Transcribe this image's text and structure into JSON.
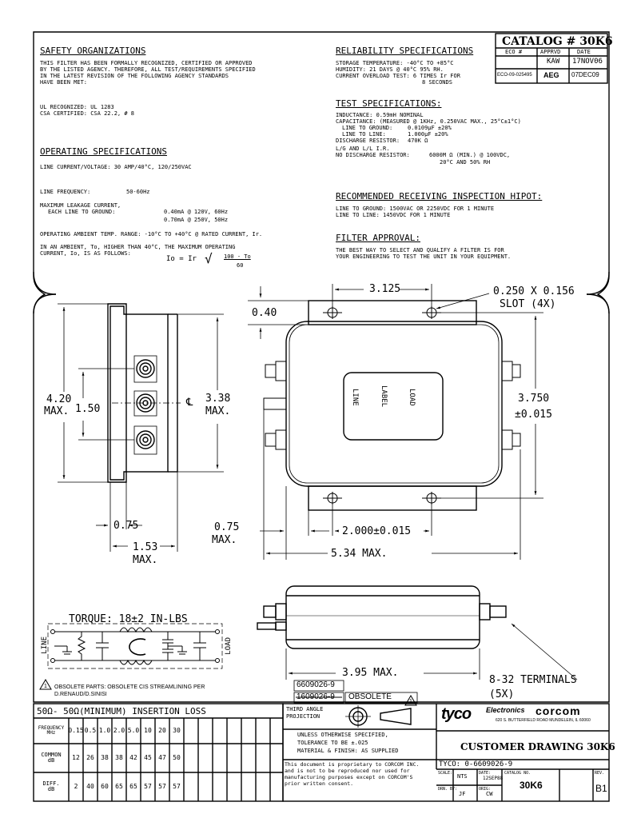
{
  "catalog": {
    "title": "CATALOG # 30K6",
    "headers": [
      "ECO #",
      "APPRVD",
      "DATE"
    ],
    "rows": [
      [
        "",
        "KAW",
        "17NOV06"
      ],
      [
        "ECO-09-025495",
        "AEG",
        "07DEC09"
      ]
    ]
  },
  "safety": {
    "heading": "SAFETY ORGANIZATIONS",
    "lines": [
      "THIS FILTER HAS BEEN FORMALLY RECOGNIZED, CERTIFIED OR APPROVED",
      "BY THE LISTED AGENCY. THEREFORE, ALL TEST/REQUIREMENTS SPECIFIED",
      "IN THE LATEST REVISION OF THE FOLLOWING AGENCY STANDARDS",
      "HAVE BEEN MET:"
    ],
    "agencies": [
      "UL RECOGNIZED: UL 1283",
      "CSA CERTIFIED: CSA 22.2, # 8"
    ]
  },
  "operating": {
    "heading": "OPERATING SPECIFICATIONS",
    "current_voltage": "LINE CURRENT/VOLTAGE:  30 AMP/40°C, 120/250VAC",
    "frequency_label": "LINE FREQUENCY:",
    "frequency_value": "50-60Hz",
    "leakage_label_1": "MAXIMUM LEAKAGE CURRENT,",
    "leakage_label_2": "EACH LINE TO GROUND:",
    "leakage_value_1": "0.40mA @ 120V, 60Hz",
    "leakage_value_2": "0.70mA @ 250V, 50Hz",
    "ambient": "OPERATING AMBIENT TEMP. RANGE: -10°C TO +40°C @ RATED CURRENT, Ir.",
    "derating_1": "IN AN AMBIENT, To, HIGHER THAN 40°C, THE MAXIMUM OPERATING",
    "derating_2": "CURRENT, Io, IS AS FOLLOWS:",
    "formula_lhs": "Io = Ir",
    "formula_num": "100 - To",
    "formula_den": "60"
  },
  "reliability": {
    "heading": "RELIABILITY SPECIFICATIONS",
    "lines": [
      "STORAGE TEMPERATURE: -40°C TO +85°C",
      "HUMIDITY:  21 DAYS @ 40°C 95% RH.",
      "CURRENT OVERLOAD TEST: 6 TIMES Ir FOR",
      "8 SECONDS"
    ]
  },
  "test": {
    "heading": "TEST SPECIFICATIONS:",
    "inductance": "INDUCTANCE: 0.59mH NOMINAL",
    "capacitance": "CAPACITANCE: (MEASURED @ 1KHz, 0.250VAC MAX., 25°C±1°C)",
    "l2g_label": "LINE TO GROUND:",
    "l2g_value": "0.0109µF ±20%",
    "l2l_label": "LINE TO LINE:",
    "l2l_value": "1.000µF ±20%",
    "dr_label": "DISCHARGE RESISTOR:",
    "dr_value": "470K Ω",
    "ir_label": "L/G AND L/L I.R.",
    "ndr_label": "NO DISCHARGE RESISTOR:",
    "ndr_value_1": "6000M Ω (MIN.) @ 100VDC,",
    "ndr_value_2": "20°C AND 50% RH"
  },
  "hipot": {
    "heading": "RECOMMENDED RECEIVING INSPECTION HIPOT:",
    "lines": [
      "LINE TO GROUND:  1500VAC OR 2250VDC FOR 1 MINUTE",
      "LINE TO LINE:    1450VDC FOR 1 MINUTE"
    ]
  },
  "approval": {
    "heading": "FILTER APPROVAL:",
    "lines": [
      "THE BEST WAY TO SELECT AND QUALIFY A FILTER IS FOR",
      "YOUR ENGINEERING TO TEST THE UNIT IN YOUR EQUIPMENT."
    ]
  },
  "drawing": {
    "dim_3125": "3.125",
    "slot": "0.250 X 0.156",
    "slot_qty": "SLOT (4X)",
    "dim_040": "0.40",
    "dim_420": "4.20",
    "dim_420_max": "MAX.",
    "dim_150": "1.50",
    "dim_338": "3.38",
    "dim_338_max": "MAX.",
    "dim_3750": "3.750",
    "dim_3750_tol": "±0.015",
    "label_line": "LINE",
    "label_label": "LABEL",
    "label_load": "LOAD",
    "dim_075a": "0.75",
    "dim_153": "1.53",
    "dim_153_max": "MAX.",
    "dim_075b": "0.75",
    "dim_075b_max": "MAX.",
    "dim_2000": "2.000±0.015",
    "dim_534": "5.34 MAX.",
    "dim_395": "3.95 MAX.",
    "torque": "TORQUE: 18±2 IN-LBS",
    "sch_line": "LINE",
    "sch_load": "LOAD",
    "terminals": "8-32 TERMINALS",
    "terminals_qty": "(5X)",
    "part_new": "6609026-9",
    "part_old": "1609026-9",
    "obsolete": "OBSOLETE",
    "obsolete_note_1": "OBSOLETE PARTS: OBSOLETE CIS STREAMLINING PER",
    "obsolete_note_2": "D.RENAUD/D.SINISI",
    "triangle_num": "1"
  },
  "insertion": {
    "title": "50Ω- 50Ω(MINIMUM) INSERTION LOSS",
    "row_labels": [
      [
        "FREQUENCY",
        "MHz"
      ],
      [
        "COMMON",
        "dB"
      ],
      [
        "DIFF.",
        "dB"
      ]
    ],
    "freq": [
      "0.15",
      "0.5",
      "1.0",
      "2.0",
      "5.0",
      "10",
      "20",
      "30",
      "",
      "",
      "",
      ""
    ],
    "common": [
      "12",
      "26",
      "38",
      "38",
      "42",
      "45",
      "47",
      "50",
      "",
      "",
      "",
      ""
    ],
    "diff": [
      "2",
      "40",
      "60",
      "65",
      "65",
      "57",
      "57",
      "57",
      "",
      "",
      "",
      ""
    ]
  },
  "titleblock": {
    "third_angle_1": "THIRD ANGLE",
    "third_angle_2": "PROJECTION",
    "tol_1": "UNLESS OTHERWISE SPECIFIED,",
    "tol_2": "TOLERANCE TO BE ±.025",
    "tol_3": "MATERIAL & FINISH: AS SUPPLIED",
    "prop_1": "This document is proprietary to CORCOM INC.",
    "prop_2": "and is not to be reproduced nor used for",
    "prop_3": "manufacturing purposes except on CORCOM'S",
    "prop_4": "prior written consent.",
    "brand": "tyco",
    "brand_sub": "Electronics",
    "brand2": "corcom",
    "address": "620 S. BUTTERFIELD ROAD MUNDELEIN, IL 60060",
    "drawing_title": "CUSTOMER DRAWING 30K6",
    "tyco_no": "TYCO: 0-6609026-9",
    "scale_label": "SCALE:",
    "scale_value": "NTS",
    "date_label": "DATE:",
    "date_value": "12SEP88",
    "catalog_label": "CATALOG NO.",
    "catalog_value": "30K6",
    "rev_label": "REV.",
    "rev_value": "B1",
    "drn_label": "DRN. BY:",
    "drn_value": "JF",
    "orig_label": "ORIG:",
    "orig_value": "CW"
  }
}
